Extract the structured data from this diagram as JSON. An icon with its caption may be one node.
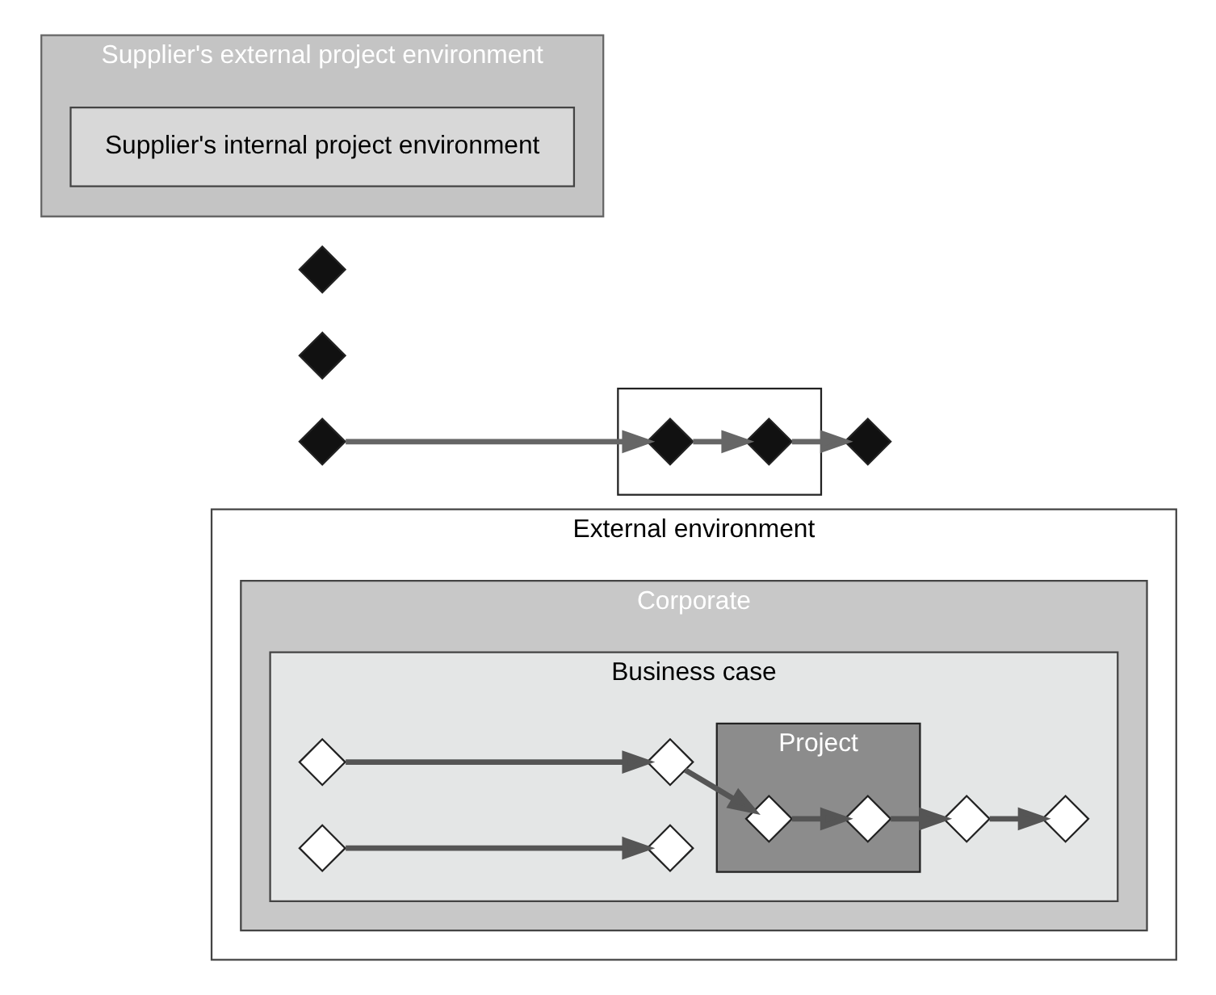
{
  "diagram": {
    "nodes": [
      {
        "text": [
          "External environment"
        ]
      },
      {
        "text": [
          "Corporate"
        ],
        "in": 0
      },
      {
        "text": [
          "Business case"
        ],
        "in": 1
      },
      {
        "text": [
          "Project"
        ],
        "in": 2
      },
      {
        "text": [],
        "shape": "diamond",
        "in": 2
      },
      {
        "text": [],
        "shape": "diamond",
        "in": 2
      },
      {
        "text": [],
        "shape": "diamond",
        "in": 2
      },
      {
        "text": [],
        "shape": "diamond",
        "in": 2
      },
      {
        "text": [],
        "shape": "diamond",
        "in": 2
      },
      {
        "text": [],
        "shape": "diamond",
        "in": 2
      },
      {
        "text": [],
        "shape": "diamond",
        "in": 3
      },
      {
        "text": [],
        "shape": "diamond",
        "in": 3
      },
      {
        "text": [],
        "shape": "diamond"
      },
      {
        "text": [],
        "shape": "diamond"
      },
      {
        "text": [],
        "shape": "diamond"
      },
      {
        "text": [],
        "shape": "diamond"
      },
      {
        "text": [],
        "shape": "box"
      },
      {
        "text": [],
        "shape": "diamond",
        "in": 16
      },
      {
        "text": [],
        "shape": "diamond",
        "in": 16
      },
      {
        "text": [
          "Supplier's external project environment"
        ]
      },
      {
        "text": [
          "Supplier's internal project environment"
        ],
        "in": 19
      }
    ],
    "edges": [
      {
        "from": 4,
        "to": 5,
        "arrow": "to"
      },
      {
        "from": 6,
        "to": 7,
        "arrow": "to"
      },
      {
        "from": 8,
        "to": 9,
        "arrow": "to"
      },
      {
        "from": 5,
        "to": 10,
        "arrow": "to"
      },
      {
        "from": 10,
        "to": 11,
        "arrow": "to"
      },
      {
        "from": 11,
        "to": 8,
        "arrow": "to"
      },
      {
        "from": 12,
        "to": 17,
        "arrow": "to",
        "color": "#666666"
      },
      {
        "from": 17,
        "to": 18,
        "arrow": "to",
        "color": "#666666"
      },
      {
        "from": 18,
        "to": 15,
        "arrow": "to",
        "color": "#666666"
      }
    ]
  }
}
